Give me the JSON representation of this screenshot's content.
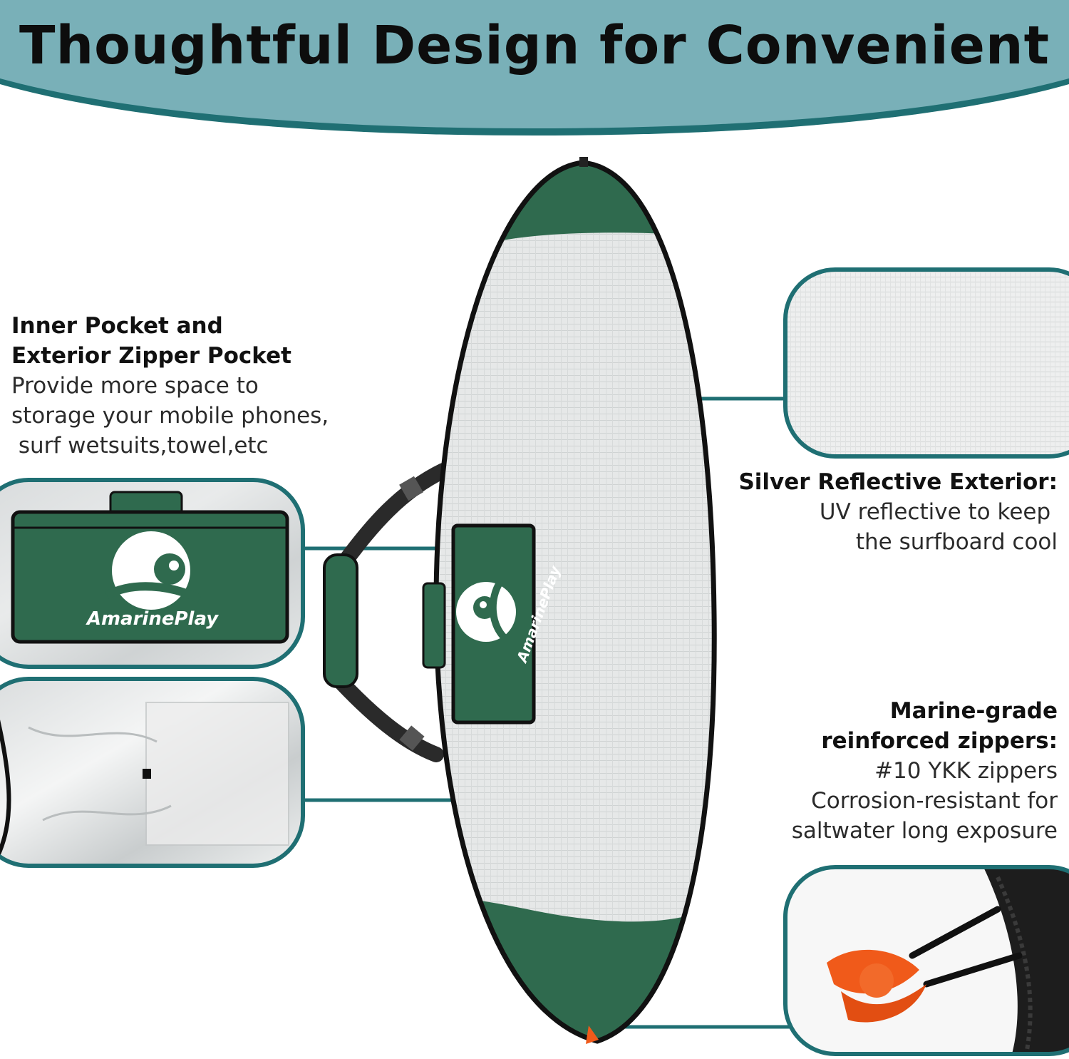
{
  "headline": "Thoughtful Design for Convenient",
  "brand": "AmarinePlay",
  "features": {
    "pocket": {
      "title_lines": [
        "Inner Pocket and",
        "Exterior Zipper Pocket"
      ],
      "body_lines": [
        "Provide more space to",
        "storage your mobile phones,",
        " surf wetsuits,towel,etc"
      ]
    },
    "exterior": {
      "title_lines": [
        "Silver Reflective Exterior:"
      ],
      "body_lines": [
        "UV reflective to keep ",
        "the surfboard cool"
      ]
    },
    "zippers": {
      "title_lines": [
        "Marine-grade ",
        "reinforced zippers:"
      ],
      "body_lines": [
        "#10 YKK zippers",
        "Corrosion-resistant for",
        "saltwater long exposure"
      ]
    }
  },
  "colors": {
    "banner_teal": "#79b0b8",
    "callout_teal": "#1f6f73",
    "bag_green": "#2f6a4e",
    "silver": "#e4e6e6",
    "rope_orange": "#f05a1a"
  },
  "icons": [
    "brand-logo-icon"
  ]
}
